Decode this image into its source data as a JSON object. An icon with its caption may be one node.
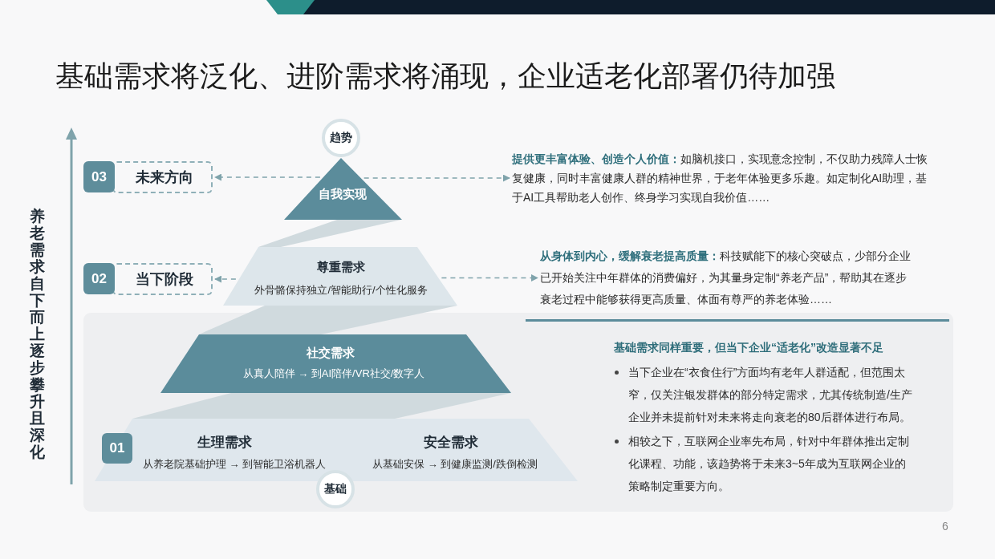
{
  "diagram": {
    "title": "基础需求将泛化、进阶需求将涌现，企业适老化部署仍待加强",
    "nodes": [
      {
        "text": [
          "趋势"
        ]
      },
      {
        "text": [
          "03"
        ]
      },
      {
        "text": [
          "未来方向"
        ]
      },
      {
        "text": [
          "自我实现"
        ]
      },
      {
        "text": [
          "**提供更丰富体验、创造个人价值：**如脑机接口，实现意念控制，不仅助力残障人士恢复健康，同时丰富健康人群的精神世界，于老年体验更多乐趣。如定制化AI助理，基于AI工具帮助老人创作、终身学习实现自我价值……"
        ]
      },
      {
        "text": [],
        "shape": "band"
      },
      {
        "text": [
          "02"
        ]
      },
      {
        "text": [
          "当下阶段"
        ]
      },
      {
        "text": [
          "尊重需求",
          "外骨骼保持独立/智能助行/个性化服务"
        ]
      },
      {
        "text": [
          "**从身体到内心，缓解衰老提高质量：**科技赋能下的核心突破点，少部分企业已开始关注中年群体的消费偏好，为其量身定制“养老产品”，帮助其在逐步衰老过程中能够获得更高质量、体面有尊严的养老体验……"
        ]
      },
      {
        "text": [],
        "shape": "band"
      },
      {
        "text": [
          "基础需求同样重要，但当下企业“适老化”改造显著不足",
          "当下企业在“衣食住行”方面均有老年人群适配，但范围太窄，仅关注银发群体的部分特定需求，尤其传统制造/生产企业并未提前针对未来将走向衰老的80后群体进行布局。",
          "相较之下，互联网企业率先布局，针对中年群体推出定制化课程、功能，该趋势将于未来3~5年成为互联网企业的策略制定重要方向。"
        ]
      },
      {
        "text": [
          "社交需求",
          "从真人陪伴 → 到AI陪伴/VR社交/数字人"
        ],
        "in": 11
      },
      {
        "text": [],
        "shape": "band",
        "in": 11
      },
      {
        "text": [
          "生理需求",
          "从养老院基础护理 → 到智能卫浴机器人",
          "安全需求",
          "从基础安保 → 到健康监测/跌倒检测"
        ],
        "in": 11
      },
      {
        "text": [
          "01"
        ],
        "in": 14
      },
      {
        "text": [
          "基础"
        ],
        "in": 11
      }
    ],
    "edges": [
      {
        "from": 3,
        "to": 2,
        "arrow": "to",
        "style": "dashed"
      },
      {
        "from": 3,
        "to": 4,
        "arrow": "to",
        "style": "dashed"
      },
      {
        "from": 8,
        "to": 7,
        "arrow": "to",
        "style": "dashed"
      },
      {
        "from": 8,
        "to": 9,
        "arrow": "to",
        "style": "dashed"
      }
    ],
    "labels": [
      "养老需求自下而上逐步攀升且深化",
      "6"
    ]
  }
}
